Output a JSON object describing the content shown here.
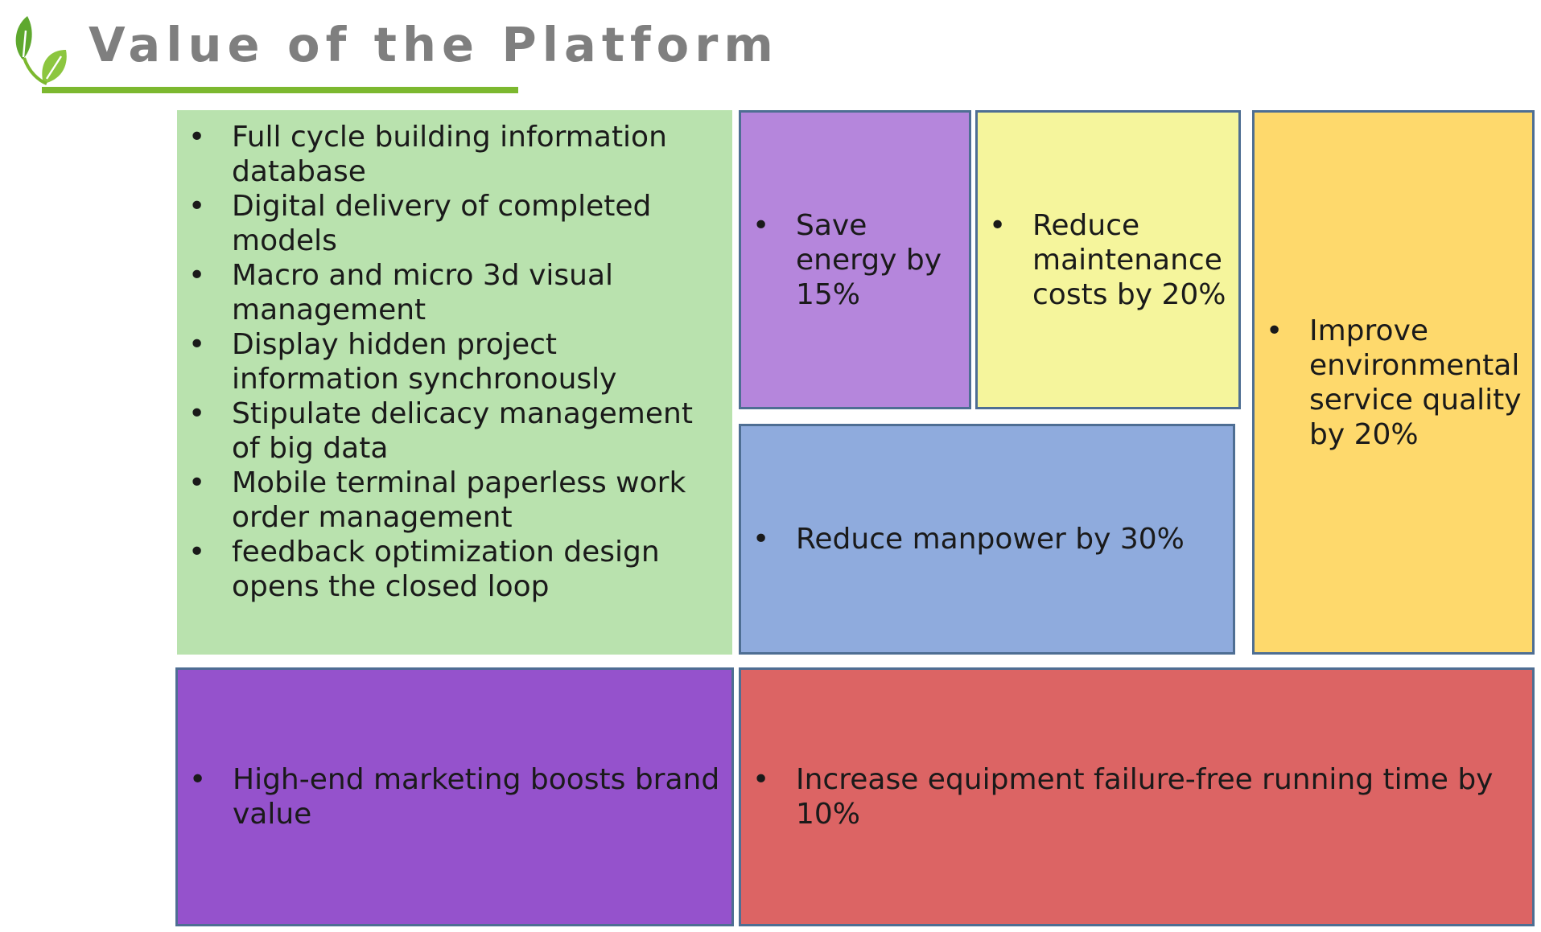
{
  "title": "Value of the Platform",
  "colors": {
    "title": "#7f7f7f",
    "accent_green": "#7cb82f",
    "border": "#4e6e93"
  },
  "boxes": {
    "features": {
      "color": "#b9e2ae",
      "items": [
        "Full cycle building information database",
        "Digital delivery of completed models",
        "Macro and micro 3d visual management",
        "Display hidden project information synchronously",
        "Stipulate delicacy management of big data",
        "Mobile terminal paperless work order management",
        "feedback optimization design opens the closed loop"
      ]
    },
    "energy": {
      "color": "#b586dc",
      "items": [
        "Save energy by 15%"
      ]
    },
    "maintenance": {
      "color": "#f5f59c",
      "items": [
        "Reduce maintenance costs by 20%"
      ]
    },
    "environment": {
      "color": "#fed96c",
      "items": [
        "Improve environmental service quality by 20%"
      ]
    },
    "manpower": {
      "color": "#8fabdd",
      "items": [
        "Reduce manpower by 30%"
      ]
    },
    "marketing": {
      "color": "#9552cc",
      "items": [
        "High-end marketing boosts brand value"
      ]
    },
    "failure": {
      "color": "#dc6464",
      "items": [
        "Increase equipment failure-free running time by 10%"
      ]
    }
  }
}
